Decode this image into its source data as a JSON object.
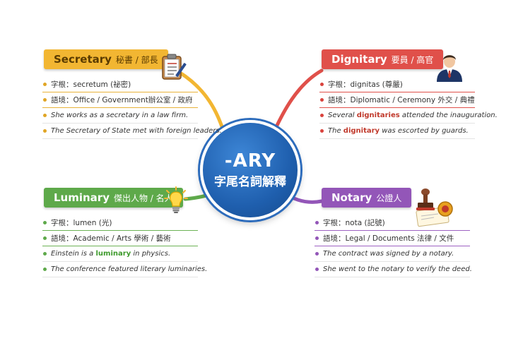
{
  "center": {
    "title": "-ARY",
    "subtitle": "字尾名詞解釋"
  },
  "branches": [
    {
      "id": "secretary",
      "word": "Secretary",
      "translation": "秘書 / 部長",
      "color": "#f2b632",
      "icon": "clipboard-icon",
      "root": "字根：secretum (祕密)",
      "domain": "語境：Office / Government辦公室 / 政府",
      "ex1": "She works as a secretary in a law firm.",
      "ex2": "The Secretary of State met with foreign leaders."
    },
    {
      "id": "dignitary",
      "word": "Dignitary",
      "translation": "要員 / 高官",
      "color": "#e0504a",
      "icon": "official-person-icon",
      "root": "字根：dignitas (尊嚴)",
      "domain": "語境：Diplomatic / Ceremony 外交 / 典禮",
      "ex1_pre": "Several ",
      "ex1_hl": "dignitaries",
      "ex1_post": " attended the inauguration.",
      "ex2_pre": "The ",
      "ex2_hl": "dignitary",
      "ex2_post": " was escorted by guards."
    },
    {
      "id": "luminary",
      "word": "Luminary",
      "translation": "傑出人物 / 名人",
      "color": "#5ea94a",
      "icon": "lightbulb-icon",
      "root": "字根：lumen (光)",
      "domain": "語境：Academic / Arts 學術 / 藝術",
      "ex1_pre": "Einstein is a ",
      "ex1_hl": "luminary",
      "ex1_post": " in physics.",
      "ex2": "The conference featured literary luminaries."
    },
    {
      "id": "notary",
      "word": "Notary",
      "translation": "公證人",
      "color": "#9356b8",
      "icon": "stamp-icon",
      "root": "字根：nota (記號)",
      "domain": "語境：Legal / Documents 法律 / 文件",
      "ex1": "The contract was signed by a notary.",
      "ex2": "She went to the notary to verify the deed."
    }
  ]
}
